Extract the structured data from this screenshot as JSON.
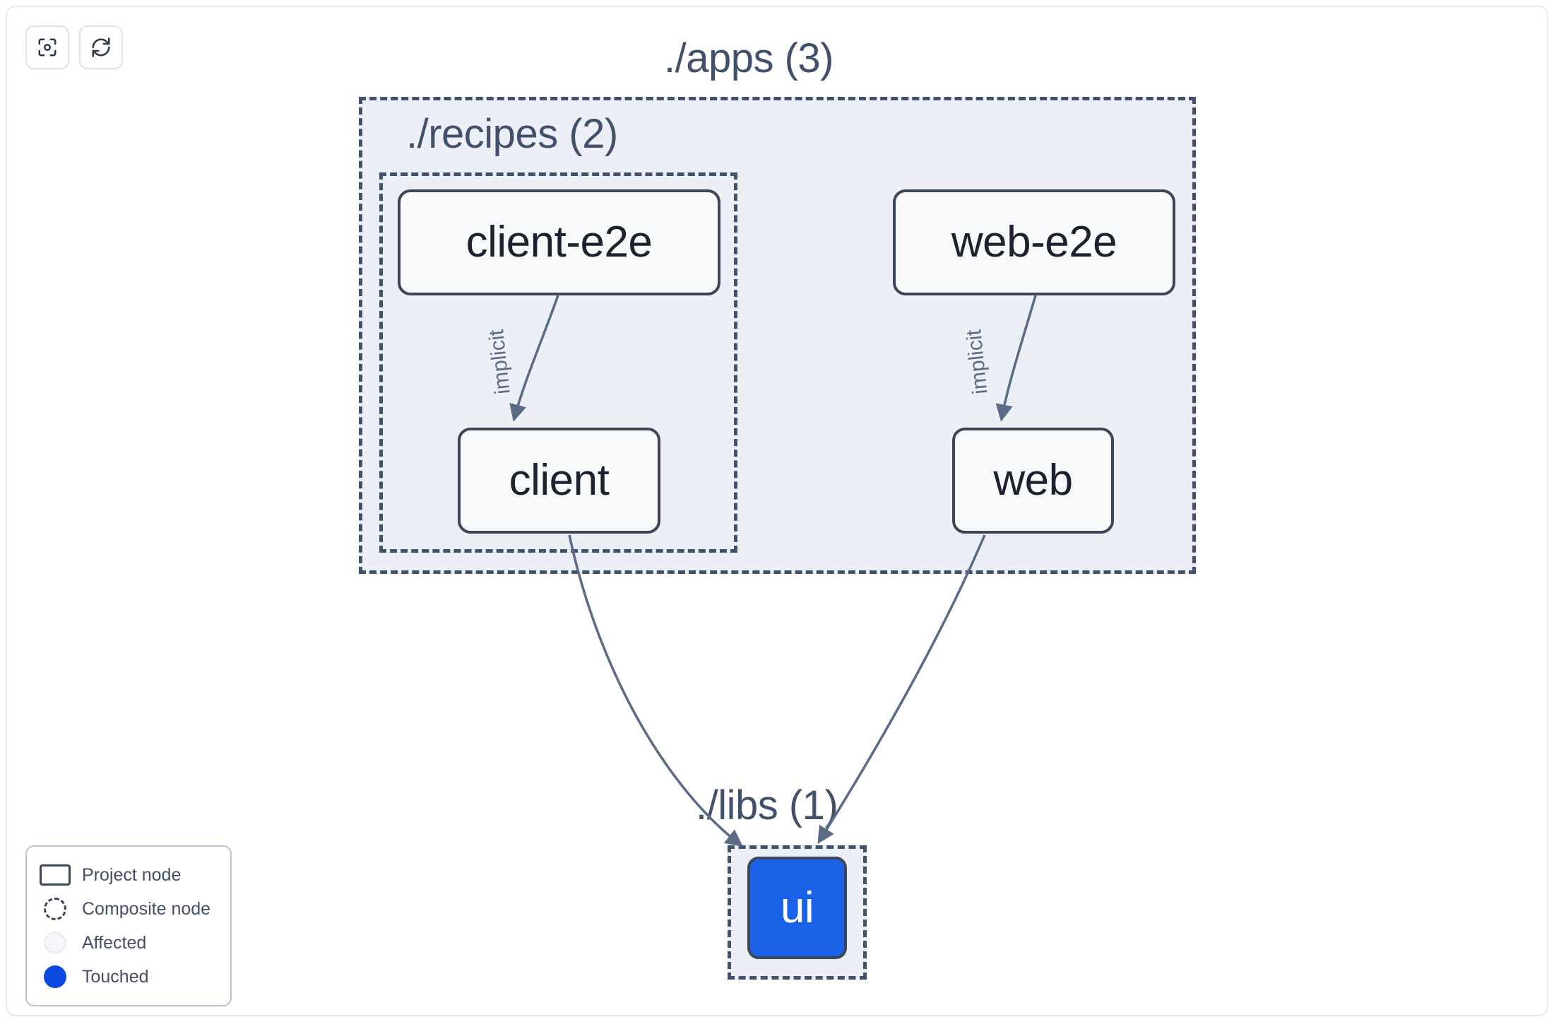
{
  "toolbar": {
    "buttons": [
      {
        "name": "focus-graph-button",
        "icon": "focus-target-icon"
      },
      {
        "name": "refresh-graph-button",
        "icon": "refresh-sync-icon"
      }
    ]
  },
  "graph": {
    "groups": [
      {
        "id": "apps",
        "label": "./apps (3)",
        "count": 3
      },
      {
        "id": "recipes",
        "label": "./recipes (2)",
        "count": 2
      },
      {
        "id": "libs",
        "label": "./libs (1)",
        "count": 1
      }
    ],
    "nodes": [
      {
        "id": "client-e2e",
        "label": "client-e2e",
        "state": "normal"
      },
      {
        "id": "web-e2e",
        "label": "web-e2e",
        "state": "normal"
      },
      {
        "id": "client",
        "label": "client",
        "state": "normal"
      },
      {
        "id": "web",
        "label": "web",
        "state": "normal"
      },
      {
        "id": "ui",
        "label": "ui",
        "state": "touched"
      }
    ],
    "edges": [
      {
        "from": "client-e2e",
        "to": "client",
        "label": "implicit"
      },
      {
        "from": "web-e2e",
        "to": "web",
        "label": "implicit"
      },
      {
        "from": "client",
        "to": "ui",
        "label": ""
      },
      {
        "from": "web",
        "to": "ui",
        "label": ""
      }
    ]
  },
  "legend": {
    "items": [
      {
        "label": "Project node",
        "swatch": "rectangle-outline"
      },
      {
        "label": "Composite node",
        "swatch": "dashed-circle"
      },
      {
        "label": "Affected",
        "swatch": "dotted-circle-filled"
      },
      {
        "label": "Touched",
        "swatch": "solid-blue-circle"
      }
    ]
  },
  "colors": {
    "node_border": "#3b4759",
    "node_fill": "#f7f9fb",
    "node_text": "#1b2230",
    "group_border": "#41506b",
    "group_fill": "#eceff5",
    "touched_blue": "#1a63e8",
    "legend_touched_blue": "#0b48e0",
    "edge_stroke": "#5b6b86"
  }
}
